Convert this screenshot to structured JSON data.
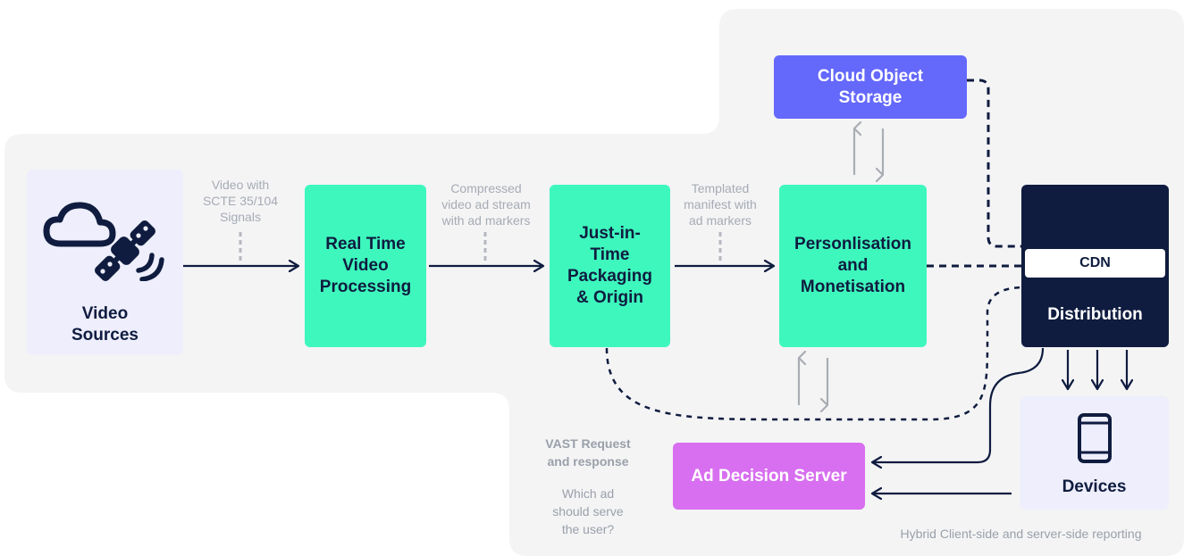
{
  "nodes": {
    "video_sources": "Video\nSources",
    "real_time": "Real Time\nVideo\nProcessing",
    "jit_packaging": "Just-in-\nTime\nPackaging\n& Origin",
    "personalisation": "Personlisation\nand\nMonetisation",
    "cloud_storage": "Cloud Object\nStorage",
    "cdn": "CDN",
    "distribution": "Distribution",
    "devices": "Devices",
    "ad_decision": "Ad Decision Server"
  },
  "edge_labels": {
    "video_scte": "Video with\nSCTE 35/104\nSignals",
    "compressed": "Compressed\nvideo ad stream\nwith ad markers",
    "templated": "Templated\nmanifest with\nad markers"
  },
  "vast": {
    "title": "VAST Request\nand response",
    "question": "Which ad\nshould serve\nthe user?"
  },
  "footer": "Hybrid Client-side and server-side reporting",
  "colors": {
    "panel": "#f4f4f5",
    "green": "#3ef7bd",
    "navy": "#0f1c3f",
    "blue": "#6468fb",
    "purple": "#d86ef0",
    "lavender": "#eeeefc",
    "gray_arrow": "#a9adb3"
  }
}
